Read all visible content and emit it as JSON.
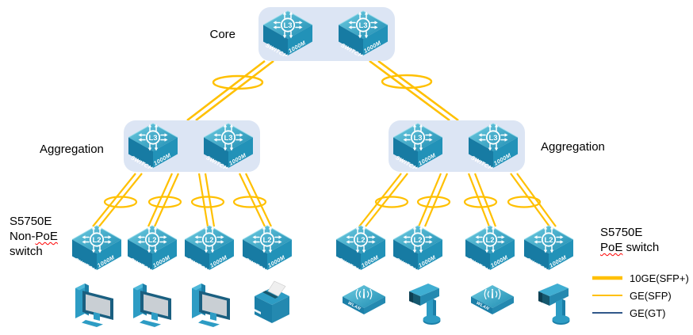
{
  "diagram": {
    "core_label": "Core",
    "aggregation_left_label": "Aggregation",
    "aggregation_right_label": "Aggregation",
    "access_left_label": {
      "line1": "S5750E",
      "line2_prefix": "Non-",
      "line2_poe": "PoE",
      "line3": "switch"
    },
    "access_right_label": {
      "line1": "S5750E",
      "poe": "PoE",
      "rest": " switch"
    }
  },
  "switch_icon": {
    "core_layer": "L3",
    "access_layer": "L2",
    "left_face": "SWITCH",
    "right_face": "1000M"
  },
  "device_icons": {
    "wlan_label": "WLAN"
  },
  "legend": {
    "items": [
      {
        "label": "10GE(SFP+)",
        "color": "#FFC000",
        "weight": "thick"
      },
      {
        "label": "GE(SFP)",
        "color": "#FFC000",
        "weight": "thin"
      },
      {
        "label": "GE(GT)",
        "color": "#31588A",
        "weight": "thin"
      }
    ]
  },
  "colors": {
    "link_10ge": "#FFC000",
    "group_box_bg": "#DCE5F4"
  }
}
